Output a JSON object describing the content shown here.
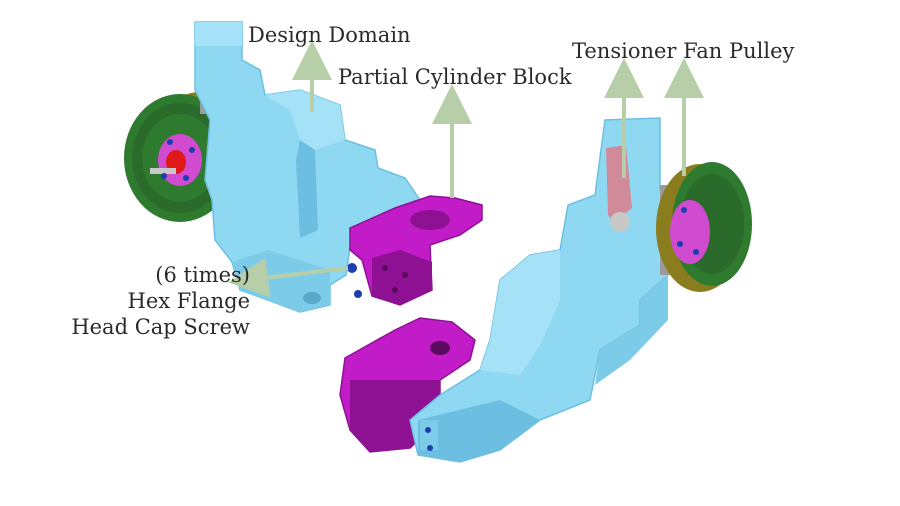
{
  "labels": {
    "design_domain": "Design Domain",
    "partial_cylinder_block": "Partial Cylinder Block",
    "tensioner_fan_pulley": "Tensioner Fan Pulley",
    "screw_count": "(6 times)",
    "screw_name_line1": "Hex Flange",
    "screw_name_line2": "Head Cap Screw"
  },
  "colors": {
    "bracket": "#8fd8f2",
    "bracket_shade": "#6cbfe0",
    "cylinder_block": "#c21cc9",
    "cylinder_block_shade": "#8e1194",
    "pulley_outer": "#2e7a2e",
    "pulley_rim": "#8a7d1e",
    "arrow": "#b7cfa8",
    "hub": "#d04bd0",
    "bolt": "#1c3fb0"
  }
}
